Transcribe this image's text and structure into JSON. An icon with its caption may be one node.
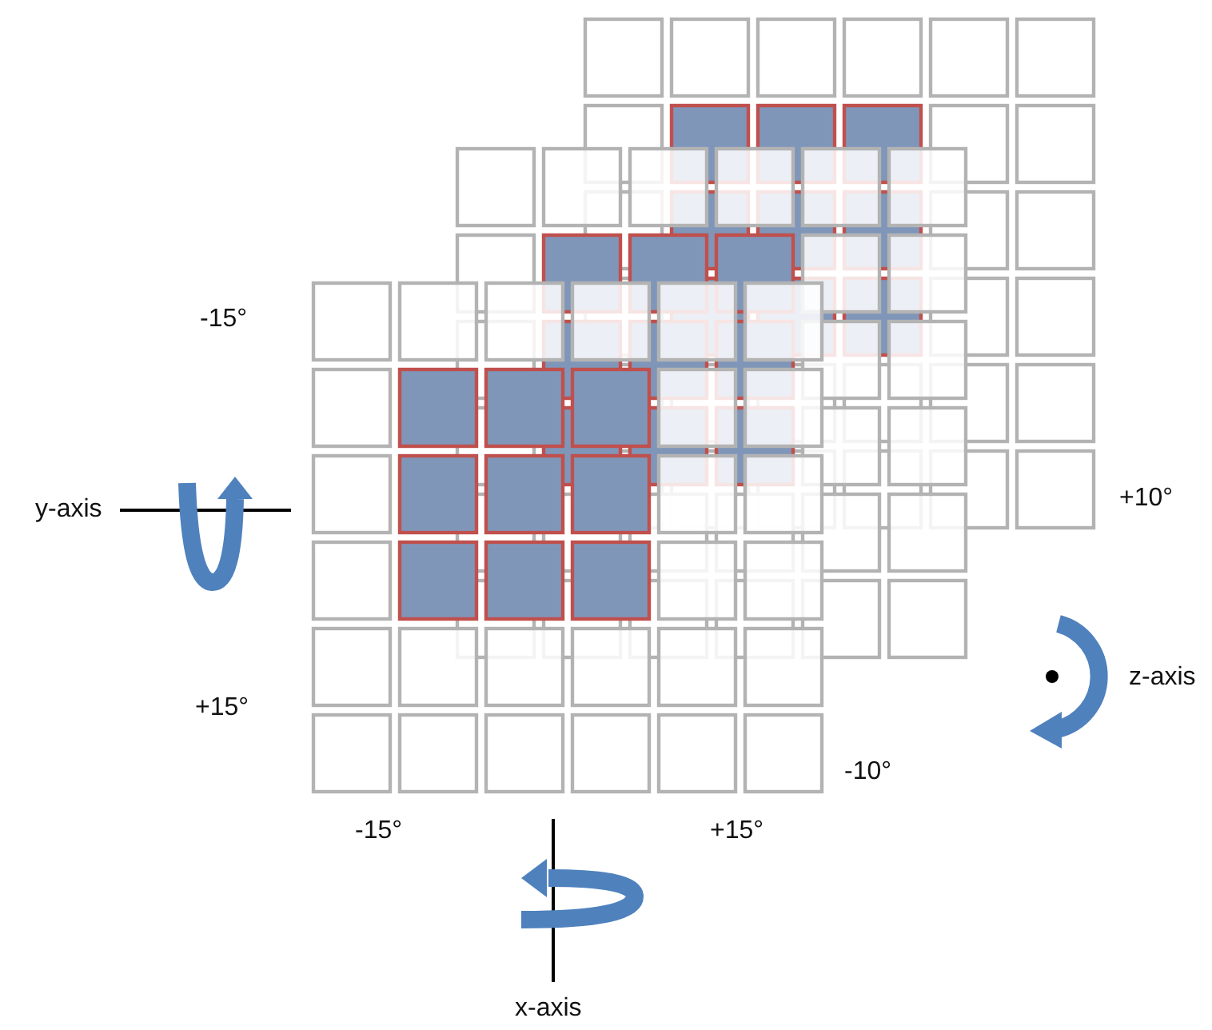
{
  "diagram": {
    "labels": [
      "-15°",
      "y-axis",
      "+10°",
      "z-axis",
      "+15°",
      "-10°",
      "-15°",
      "+15°",
      "x-axis"
    ]
  }
}
